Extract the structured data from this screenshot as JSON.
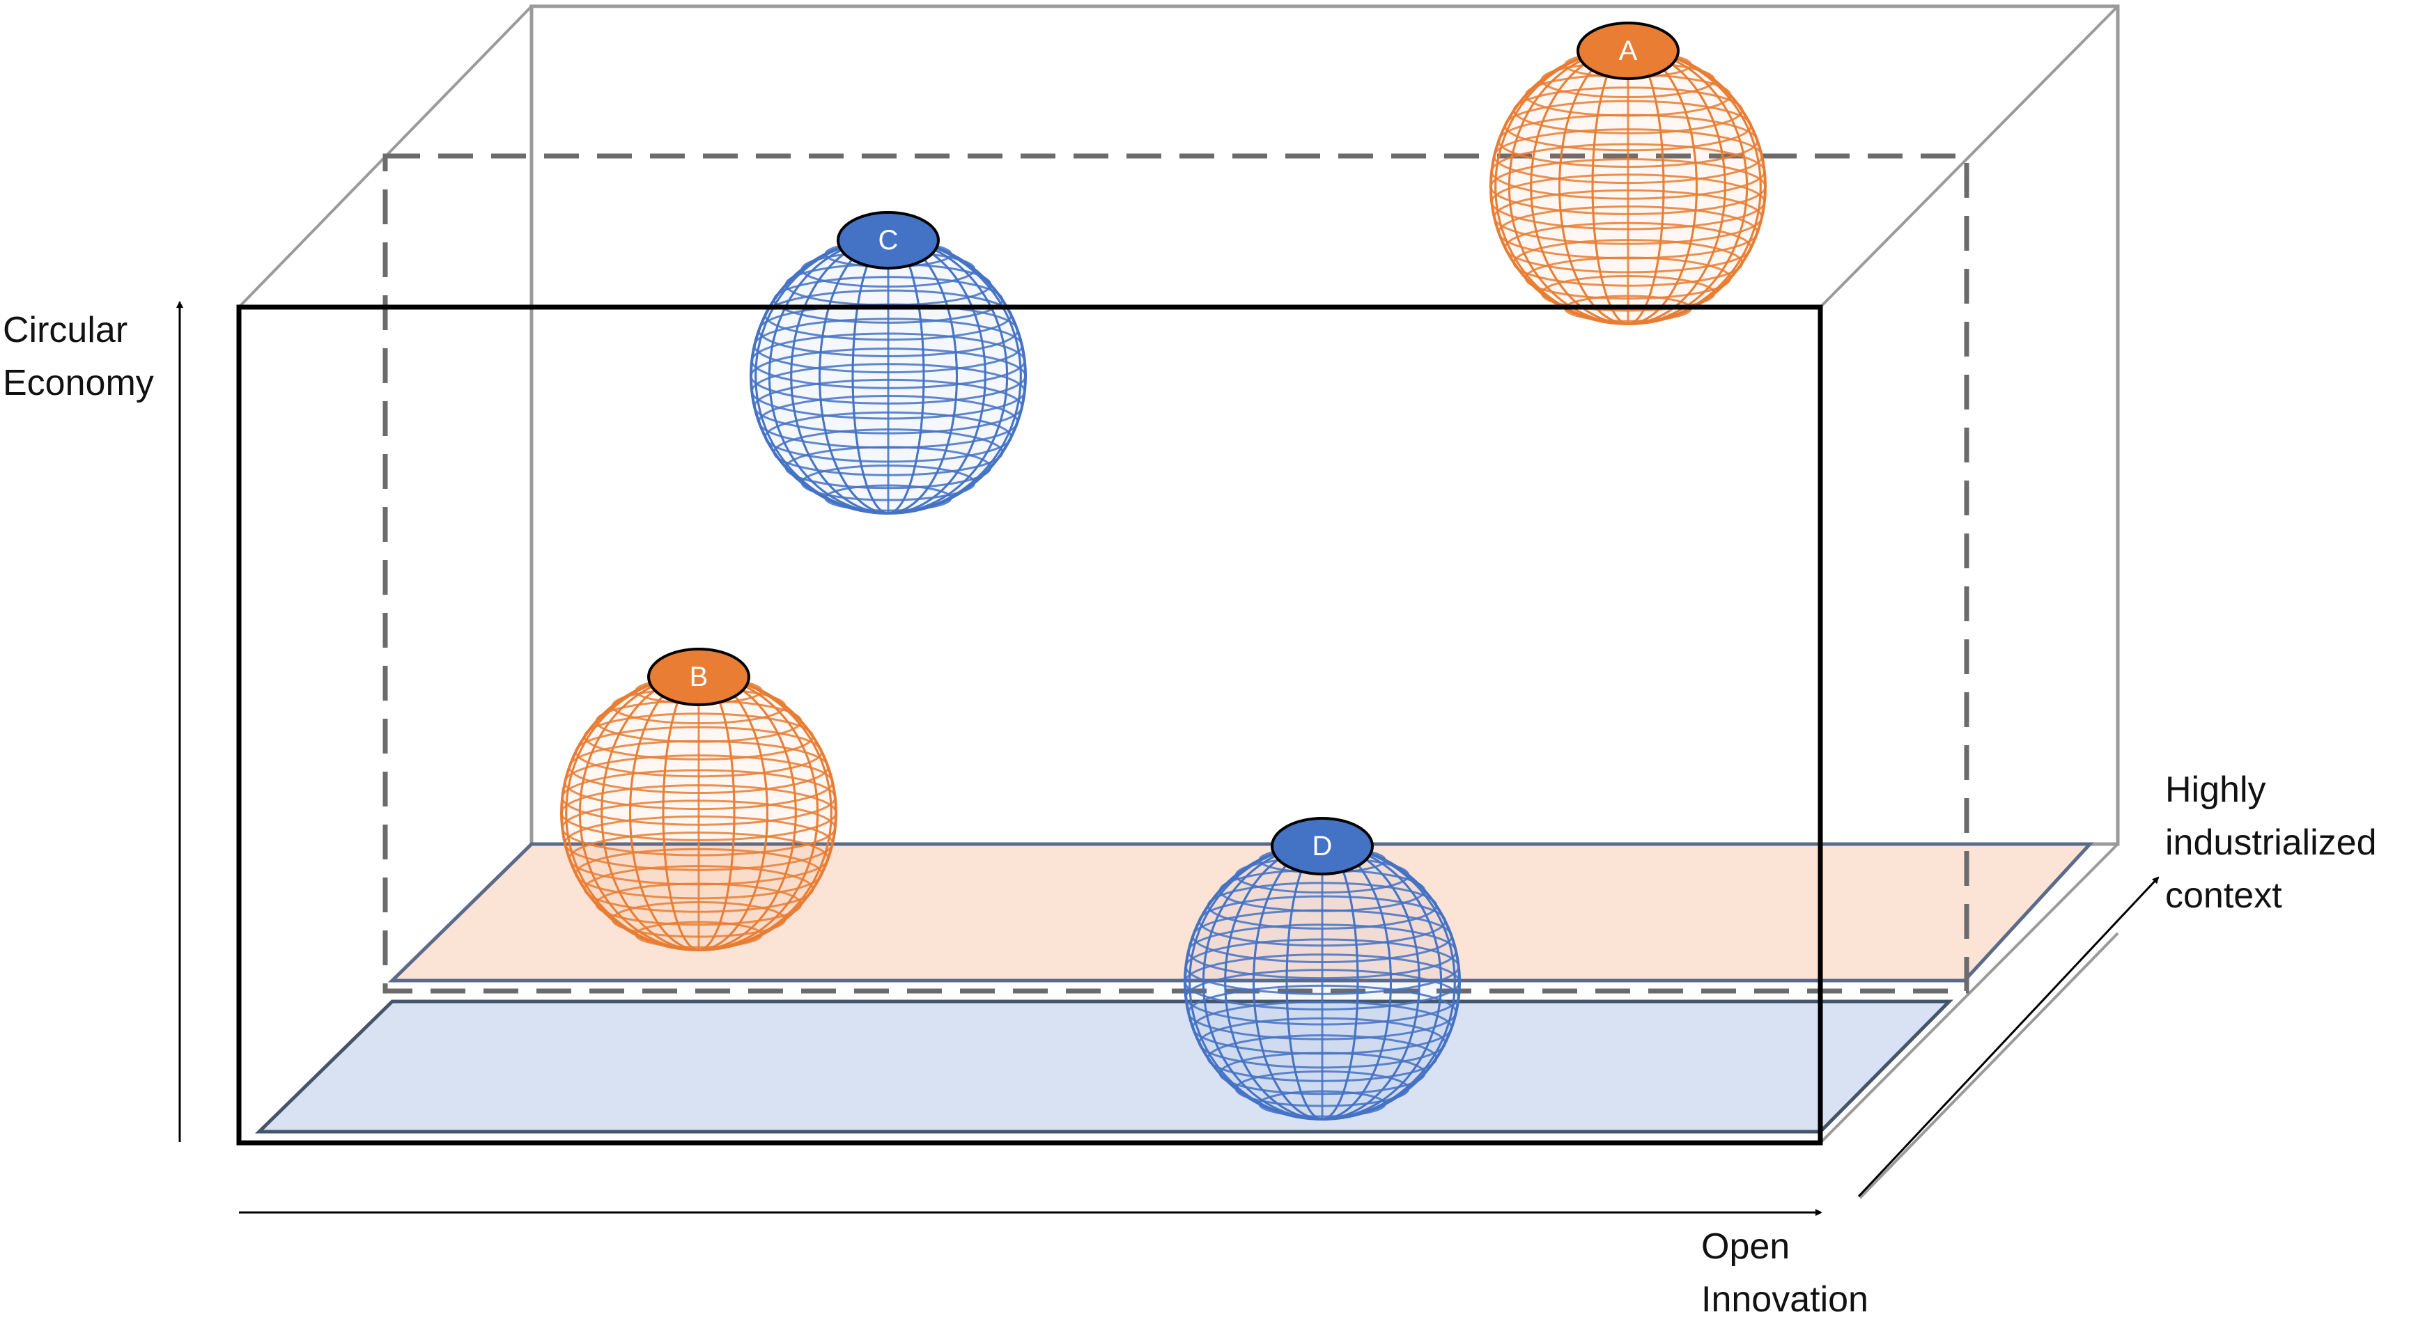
{
  "axes": {
    "vertical": [
      "Circular",
      "Economy"
    ],
    "horizontal": [
      "Open",
      "Innovation"
    ],
    "depth": [
      "Highly",
      "industrialized",
      "context"
    ]
  },
  "colors": {
    "orange": "#E87D33",
    "blue": "#4472C4",
    "orange_plane": "#FBE3D5",
    "blue_plane": "#D9E2F3",
    "frame": "#000000",
    "back_frame": "#9A9A9A",
    "dashed_frame": "#6B6B6B"
  },
  "spheres": [
    {
      "id": "A",
      "label": "A",
      "color": "orange"
    },
    {
      "id": "B",
      "label": "B",
      "color": "orange"
    },
    {
      "id": "C",
      "label": "C",
      "color": "blue"
    },
    {
      "id": "D",
      "label": "D",
      "color": "blue"
    }
  ]
}
